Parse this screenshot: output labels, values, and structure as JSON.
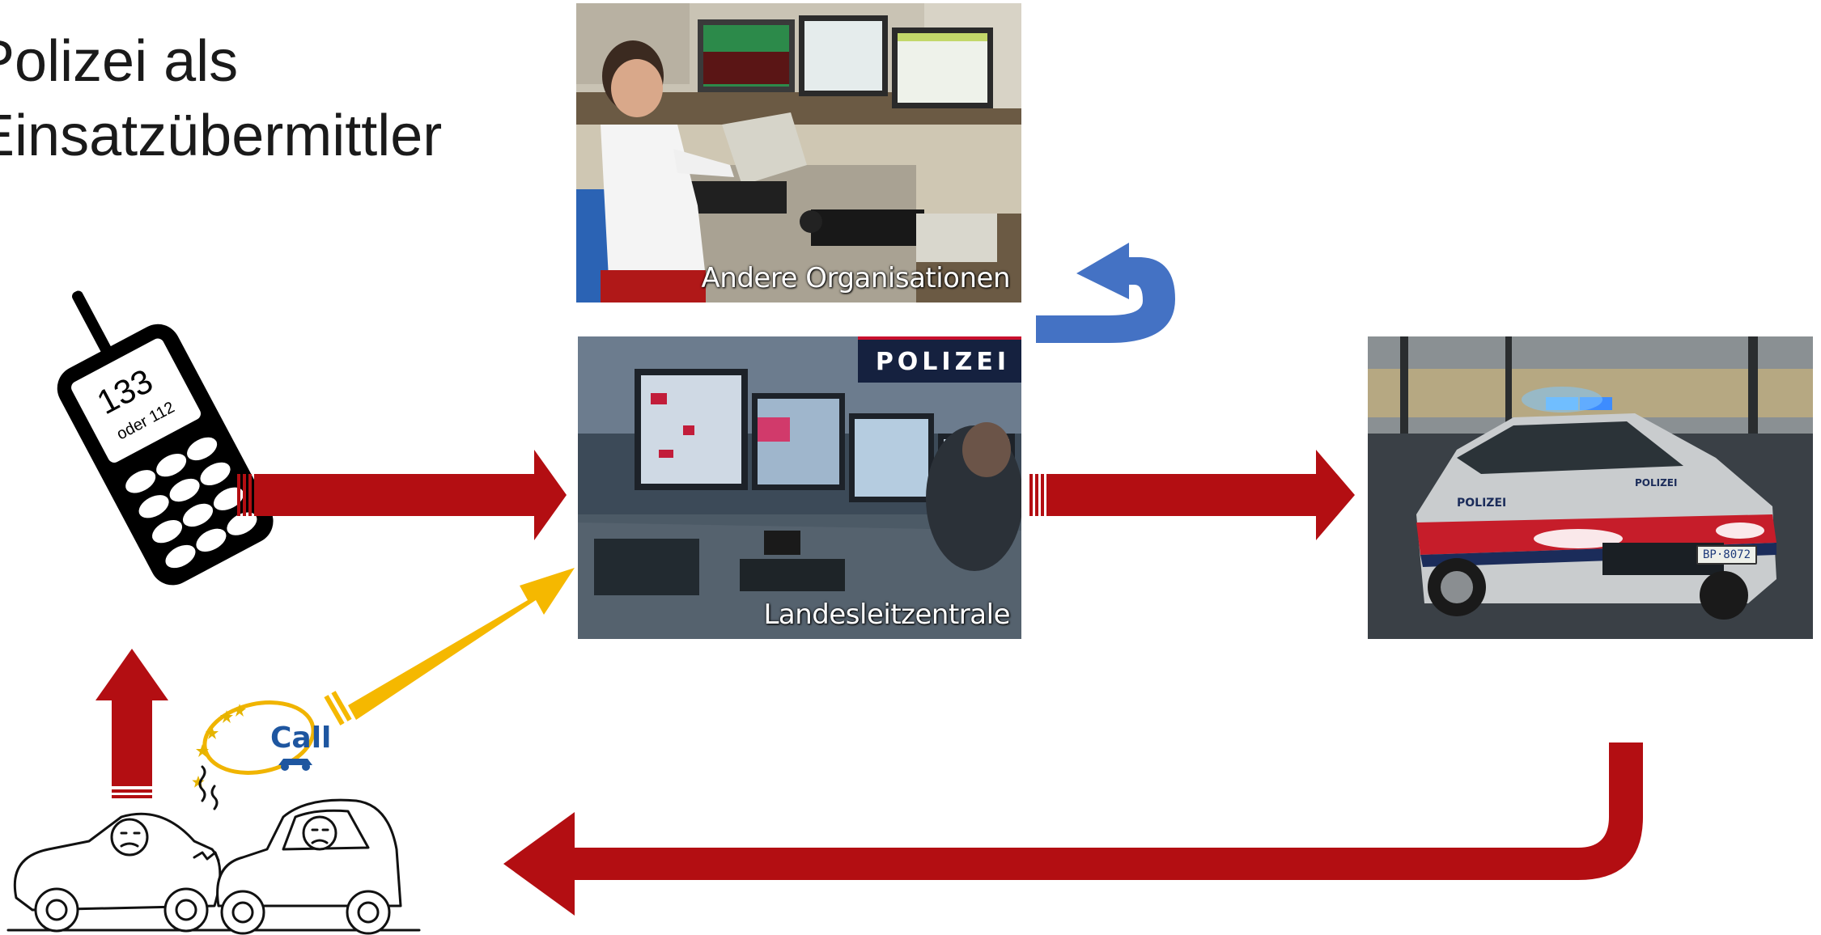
{
  "slide": {
    "title": "Polizei als\nEinsatzübermittler"
  },
  "nodes": {
    "phone": {
      "number": "133",
      "alt_number": "oder 112"
    },
    "dispatch_other": {
      "caption": "Andere Organisationen"
    },
    "dispatch_police": {
      "caption": "Landesleitzentrale",
      "badge": "POLIZEI"
    },
    "police_car": {
      "door_text": "POLIZEI",
      "hood_text": "POLIZEI",
      "plate": "BP·8072"
    },
    "ecall": {
      "label": "Call"
    }
  },
  "colors": {
    "flow_arrow": "#b30e12",
    "ecall_arrow": "#f5b800",
    "return_arrow": "#4472c4"
  }
}
